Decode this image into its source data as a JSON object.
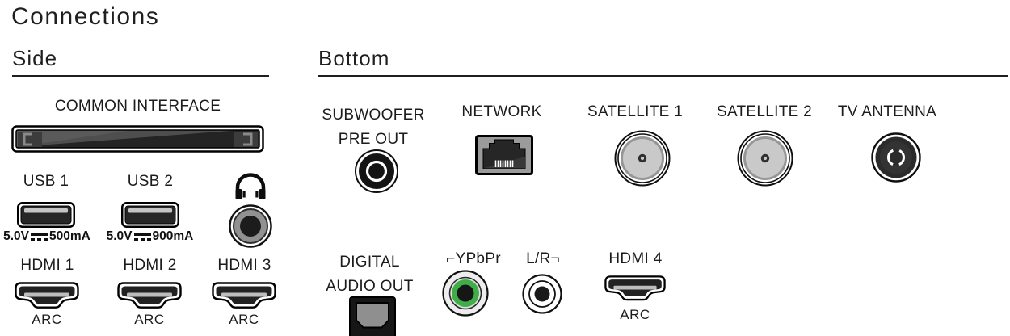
{
  "page_title": "Connections",
  "side_section": {
    "heading": "Side",
    "common_interface": {
      "label": "COMMON INTERFACE"
    },
    "usb1": {
      "label": "USB 1",
      "voltage": "5.0V",
      "current": "500mA"
    },
    "usb2": {
      "label": "USB 2",
      "voltage": "5.0V",
      "current": "900mA"
    },
    "headphones": {
      "icon": "headphones-icon"
    },
    "hdmi1": {
      "label": "HDMI 1",
      "feature": "ARC"
    },
    "hdmi2": {
      "label": "HDMI 2",
      "feature": "ARC"
    },
    "hdmi3": {
      "label": "HDMI 3",
      "feature": "ARC"
    }
  },
  "bottom_section": {
    "heading": "Bottom",
    "subwoofer": {
      "label_line1": "SUBWOOFER",
      "label_line2": "PRE OUT"
    },
    "network": {
      "label": "NETWORK"
    },
    "satellite1": {
      "label": "SATELLITE 1"
    },
    "satellite2": {
      "label": "SATELLITE 2"
    },
    "tv_antenna": {
      "label": "TV ANTENNA"
    },
    "digital_audio_out": {
      "label_line1": "DIGITAL",
      "label_line2": "AUDIO OUT"
    },
    "ypbpr": {
      "label": "⌐YPbPr"
    },
    "lr": {
      "label": "L/R¬"
    },
    "hdmi4": {
      "label": "HDMI 4",
      "feature": "ARC"
    }
  },
  "colors": {
    "text": "#1c1c1c",
    "port_dark": "#262626",
    "connector_gray": "#c9c9c9",
    "ypbpr_green": "#3fae49"
  }
}
